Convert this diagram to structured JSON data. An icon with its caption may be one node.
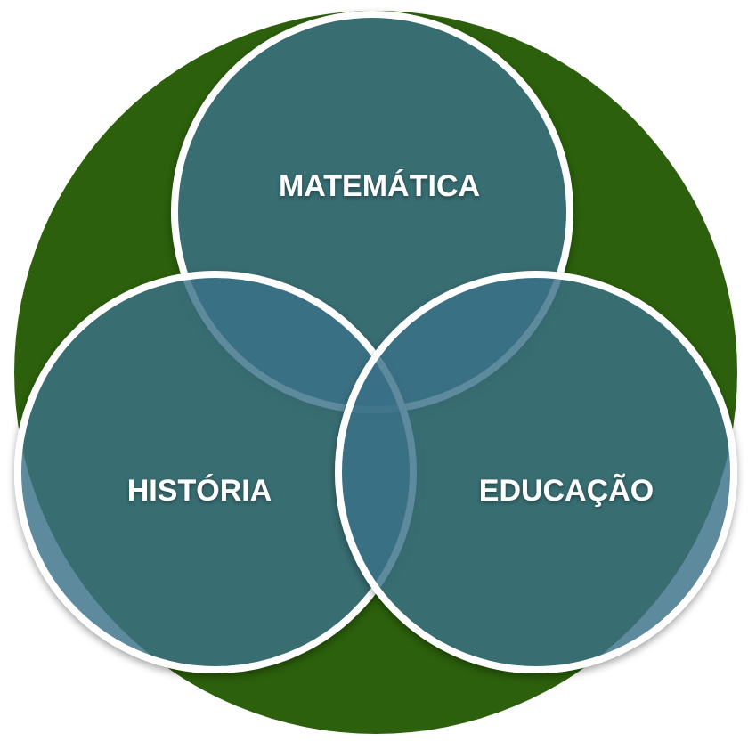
{
  "diagram": {
    "nodes": [
      {
        "text": [],
        "shape": "circle"
      },
      {
        "text": [
          "MATEMÁTICA"
        ],
        "in": 0
      },
      {
        "text": [
          "HISTÓRIA"
        ],
        "in": 0
      },
      {
        "text": [
          "EDUCAÇÃO"
        ],
        "in": 0
      }
    ]
  }
}
